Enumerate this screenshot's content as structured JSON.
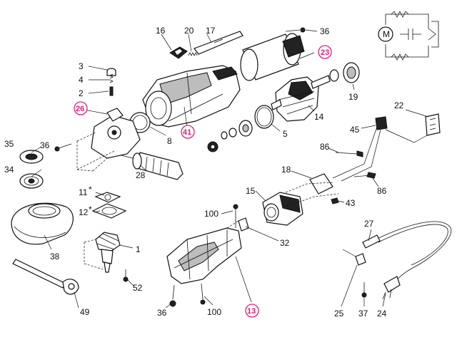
{
  "diagram": {
    "highlight_color": "#e0207a",
    "labels": {
      "l1": "1",
      "l2": "2",
      "l3": "3",
      "l4": "4",
      "l5": "5",
      "l8": "8",
      "l11": "11",
      "l11_star": "*",
      "l12": "12",
      "l12_star": "*",
      "l13": "13",
      "l14": "14",
      "l15": "15",
      "l16": "16",
      "l17": "17",
      "l18": "18",
      "l19": "19",
      "l20": "20",
      "l22": "22",
      "l23": "23",
      "l24": "24",
      "l25": "25",
      "l26": "26",
      "l27": "27",
      "l28": "28",
      "l32": "32",
      "l34": "34",
      "l35": "35",
      "l36a": "36",
      "l36b": "36",
      "l36c": "36",
      "l37": "37",
      "l38": "38",
      "l41": "41",
      "l43": "43",
      "l45": "45",
      "l49": "49",
      "l52": "52",
      "l86a": "86",
      "l86b": "86",
      "l100a": "100",
      "l100b": "100"
    },
    "circuit": {
      "motor_symbol": "M"
    }
  }
}
